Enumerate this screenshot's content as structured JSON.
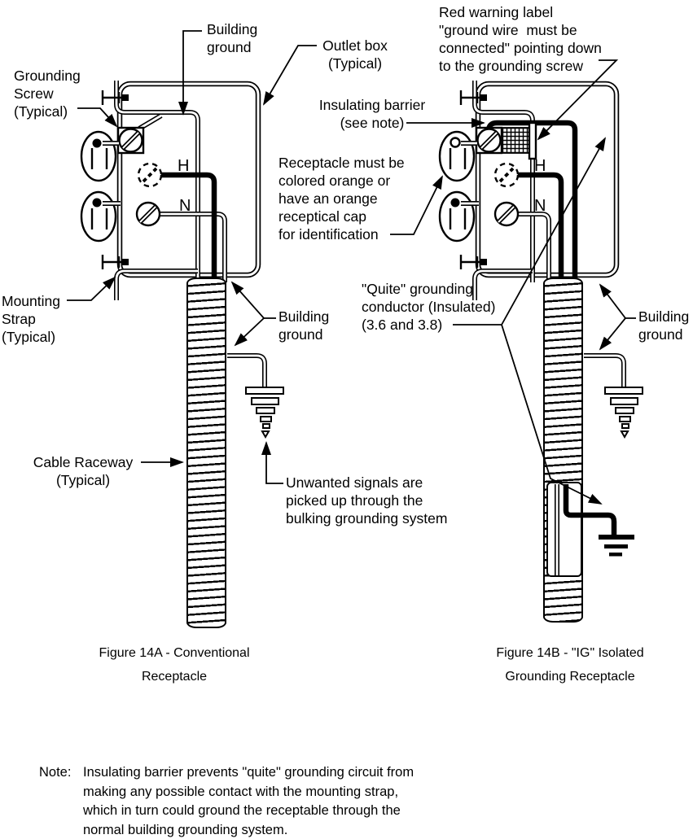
{
  "colors": {
    "ink": "#000000",
    "paper": "#ffffff"
  },
  "labels": {
    "building_ground_top": "Building\nground",
    "outlet_box": "Outlet box\n(Typical)",
    "grounding_screw": "Grounding\nScrew\n(Typical)",
    "red_warning": "Red warning label\n\"ground wire  must be\nconnected\" pointing down\nto the grounding screw",
    "insulating_barrier": "Insulating barrier\n(see note)",
    "receptacle_orange": "Receptacle must be\ncolored orange or\nhave an orange\nreceptical cap\nfor identification",
    "mounting_strap": "Mounting\nStrap\n(Typical)",
    "building_ground_left": "Building\nground",
    "quite_grounding": "\"Quite\" grounding\nconductor (Insulated)\n(3.6 and 3.8)",
    "building_ground_right": "Building\nground",
    "cable_raceway": "Cable Raceway\n(Typical)",
    "unwanted_signals": "Unwanted signals are\npicked up through the\nbulking grounding system"
  },
  "terminals": {
    "hot": "H",
    "neutral": "N"
  },
  "captions": {
    "fig_a": "Figure 14A - Conventional\nReceptacle",
    "fig_b": "Figure 14B - \"IG\" Isolated\nGrounding Receptacle"
  },
  "note": {
    "label": "Note:",
    "text": "Insulating barrier prevents \"quite\" grounding circuit from\nmaking any possible contact with the mounting strap,\nwhich in turn could ground the receptable through the\nnormal building grounding system."
  }
}
